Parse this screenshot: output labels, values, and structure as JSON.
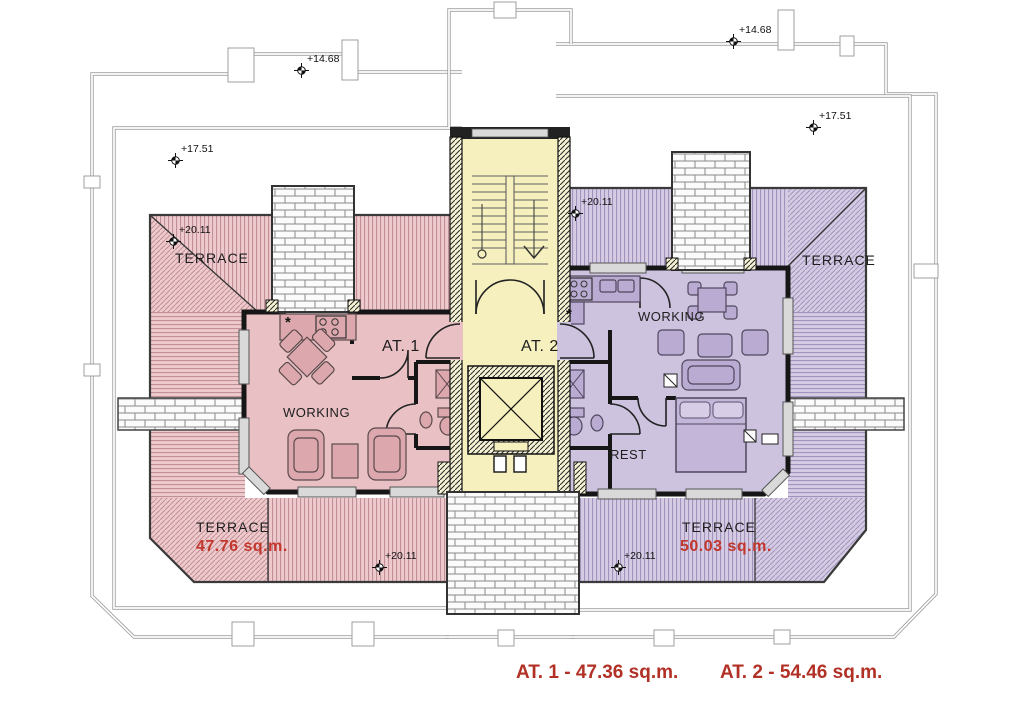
{
  "plan": {
    "apartment1_label": "AT. 1",
    "apartment2_label": "AT. 2",
    "terrace_label": "TERRACE",
    "working_label": "WORKING",
    "rest_label": "REST",
    "terrace1_area": "47.76 sq.m.",
    "terrace2_area": "50.03 sq.m.",
    "caption_at1": "AT. 1 - 47.36 sq.m.",
    "caption_at2": "AT. 2 - 54.46 sq.m.",
    "kitchen_star": "*"
  },
  "elevation_markers": [
    {
      "position": "roof-upper-left",
      "value": "+14.68"
    },
    {
      "position": "roof-upper-right",
      "value": "+14.68"
    },
    {
      "position": "roof-mid-left",
      "value": "+17.51"
    },
    {
      "position": "roof-mid-right",
      "value": "+17.51"
    },
    {
      "position": "terrace-top-left",
      "value": "+20.11"
    },
    {
      "position": "terrace-top-right",
      "value": "+20.11"
    },
    {
      "position": "terrace-bottom-left",
      "value": "+20.11"
    },
    {
      "position": "terrace-bottom-right",
      "value": "+20.11"
    }
  ],
  "colors": {
    "apartment1_fill": "#e9c0c4",
    "apartment2_fill": "#cdc3df",
    "stairwell_fill": "#f6f0bf",
    "area_text": "#c3362b",
    "caption_text": "#b23126"
  }
}
